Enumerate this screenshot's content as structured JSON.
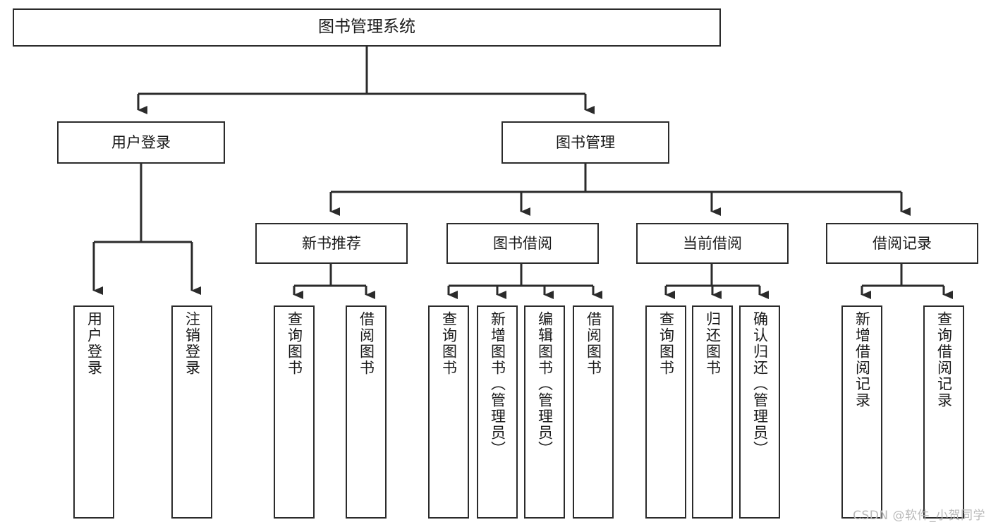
{
  "diagram": {
    "type": "tree-hierarchy",
    "title": "图书管理系统",
    "orientation": "top-down",
    "colors": {
      "box_border": "#2b2b2b",
      "box_fill": "#ffffff",
      "connector": "#2b2b2b",
      "text": "#1a1a1a",
      "watermark": "#b9b9b9",
      "background": "#ffffff"
    },
    "root": {
      "label": "图书管理系统"
    },
    "level1": [
      {
        "label": "用户登录"
      },
      {
        "label": "图书管理"
      }
    ],
    "level2": [
      {
        "label": "新书推荐"
      },
      {
        "label": "图书借阅"
      },
      {
        "label": "当前借阅"
      },
      {
        "label": "借阅记录"
      }
    ],
    "leaves": {
      "user_login": [
        {
          "label": "用户登录"
        },
        {
          "label": "注销登录"
        }
      ],
      "new_book_recommend": [
        {
          "label": "查询图书"
        },
        {
          "label": "借阅图书"
        }
      ],
      "book_borrow": [
        {
          "label": "查询图书"
        },
        {
          "label": "新增图书（管理员）"
        },
        {
          "label": "编辑图书（管理员）"
        },
        {
          "label": "借阅图书"
        }
      ],
      "current_borrow": [
        {
          "label": "查询图书"
        },
        {
          "label": "归还图书"
        },
        {
          "label": "确认归还（管理员）"
        }
      ],
      "borrow_record": [
        {
          "label": "新增借阅记录"
        },
        {
          "label": "查询借阅记录"
        }
      ]
    }
  },
  "watermark": {
    "text": "CSDN @软件_小贺同学"
  }
}
